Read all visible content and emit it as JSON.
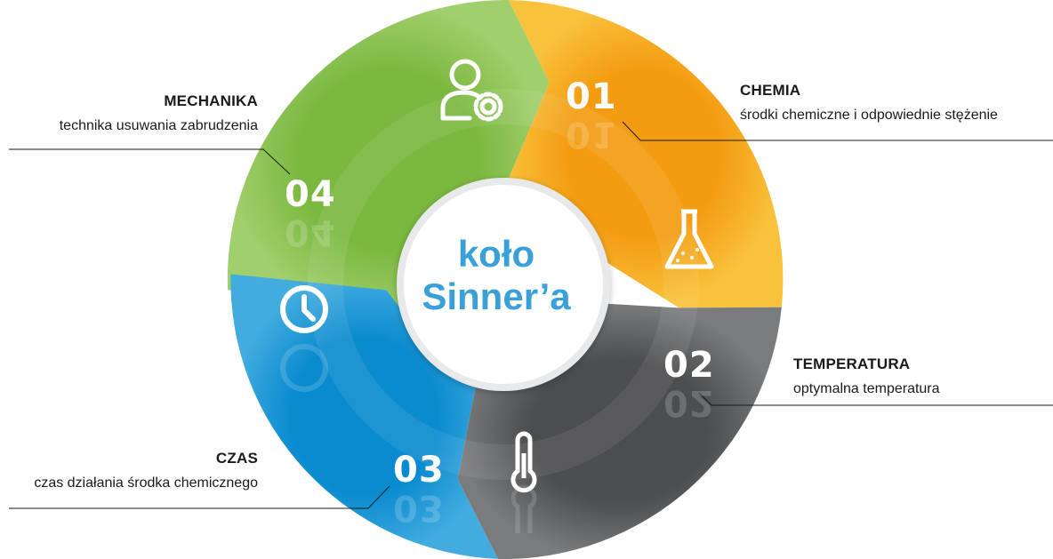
{
  "center": {
    "line1": "koło",
    "line2": "Sinner’a"
  },
  "segments": [
    {
      "number": "01",
      "title": "CHEMIA",
      "description": "środki chemiczne i odpowiednie stężenie",
      "icon": "flask-icon",
      "color": "#f6ae1c"
    },
    {
      "number": "02",
      "title": "TEMPERATURA",
      "description": "optymalna temperatura",
      "icon": "thermometer-icon",
      "color": "#5f6062"
    },
    {
      "number": "03",
      "title": "CZAS",
      "description": "czas działania środka chemicznego",
      "icon": "clock-icon",
      "color": "#1e9ad6"
    },
    {
      "number": "04",
      "title": "MECHANIKA",
      "description": "technika usuwania zabrudzenia",
      "icon": "user-gear-icon",
      "color": "#8dc54b"
    }
  ]
}
